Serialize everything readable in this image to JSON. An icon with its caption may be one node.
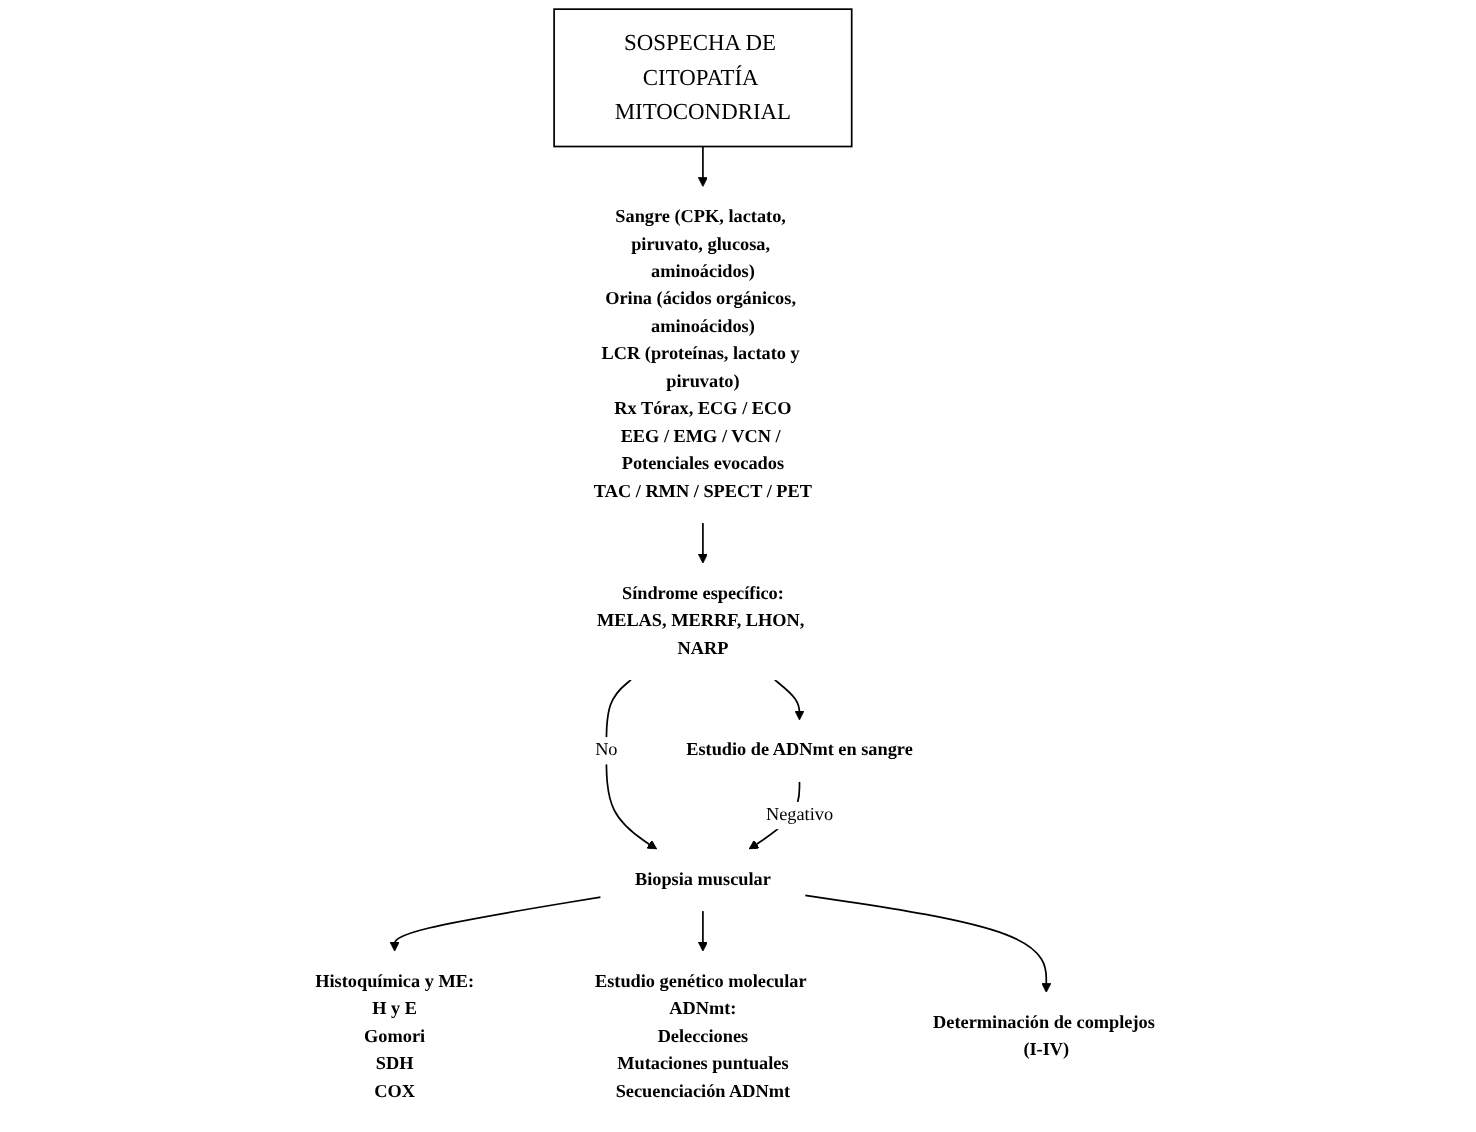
{
  "diagram": {
    "nodes": [
      {
        "text": [
          "SOSPECHA DE CITOPATÍA MITOCONDRIAL"
        ]
      },
      {
        "text": [
          "Sangre (CPK, lactato, piruvato, glucosa, aminoácidos)",
          "Orina (ácidos orgánicos, aminoácidos)",
          "LCR (proteínas, lactato y piruvato)",
          "Rx Tórax, ECG / ECO",
          "EEG / EMG / VCN / Potenciales evocados",
          "TAC / RMN / SPECT / PET"
        ]
      },
      {
        "text": [
          "Síndrome específico:",
          "MELAS, MERRF, LHON, NARP"
        ]
      },
      {
        "text": [
          "Estudio de ADNmt en sangre"
        ]
      },
      {
        "text": [
          "Biopsia muscular"
        ]
      },
      {
        "text": [
          "Histoquímica y ME:",
          "H y E",
          "Gomori",
          "SDH",
          "COX"
        ]
      },
      {
        "text": [
          "Estudio genético molecular ADNmt:",
          "Delecciones",
          "Mutaciones puntuales",
          "Secuenciación ADNmt"
        ]
      },
      {
        "text": [
          "Determinación de complejos (I-IV)"
        ]
      }
    ],
    "edges": [
      {
        "from": 0,
        "to": 1,
        "arrow": "to"
      },
      {
        "from": 1,
        "to": 2,
        "arrow": "to"
      },
      {
        "from": 2,
        "to": 3,
        "arrow": "to"
      },
      {
        "from": 2,
        "to": 4,
        "arrow": "to",
        "label": "No"
      },
      {
        "from": 3,
        "to": 4,
        "arrow": "to",
        "label": "Negativo"
      },
      {
        "from": 4,
        "to": 5,
        "arrow": "to"
      },
      {
        "from": 4,
        "to": 6,
        "arrow": "to"
      },
      {
        "from": 4,
        "to": 7,
        "arrow": "to"
      }
    ]
  }
}
